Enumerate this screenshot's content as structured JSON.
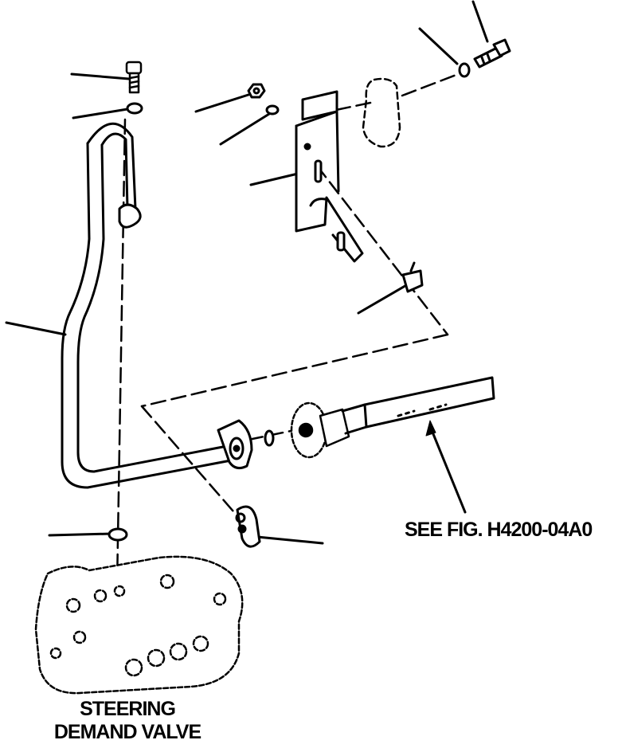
{
  "labels": {
    "see_fig": "SEE FIG. H4200-04A0",
    "valve_line1": "STEERING",
    "valve_line2": "DEMAND VALVE"
  },
  "colors": {
    "ink": "#000000",
    "paper": "#ffffff"
  }
}
